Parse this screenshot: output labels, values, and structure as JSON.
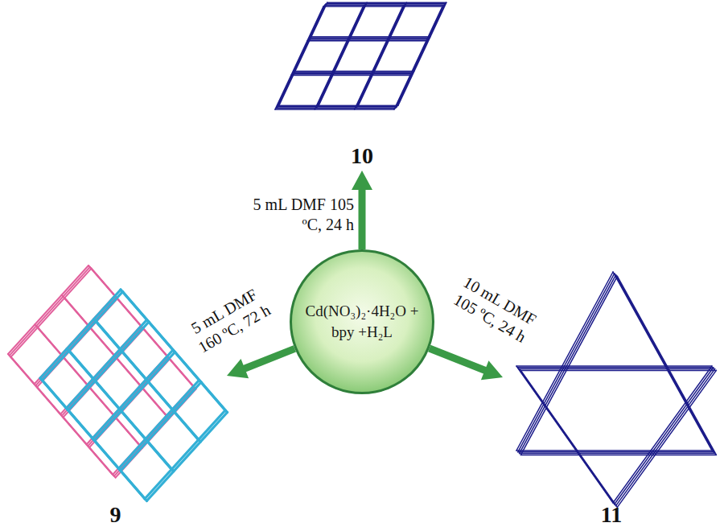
{
  "diagram": {
    "nodes": [
      {
        "text": [
          "10"
        ]
      },
      {
        "text": [
          "Cd(NO₃)₂·4H₂O + bpy +H₂L"
        ]
      },
      {
        "text": [
          "9"
        ]
      },
      {
        "text": [
          "11"
        ]
      }
    ],
    "edges": [
      {
        "from": 1,
        "to": 0,
        "arrow": "to",
        "label": "5 mL DMF 105 ºC, 24 h"
      },
      {
        "from": 1,
        "to": 2,
        "arrow": "to",
        "label": "5 mL DMF 160 ºC, 72 h"
      },
      {
        "from": 1,
        "to": 3,
        "arrow": "to",
        "label": "10 mL DMF 105 ºC, 24 h"
      }
    ]
  }
}
